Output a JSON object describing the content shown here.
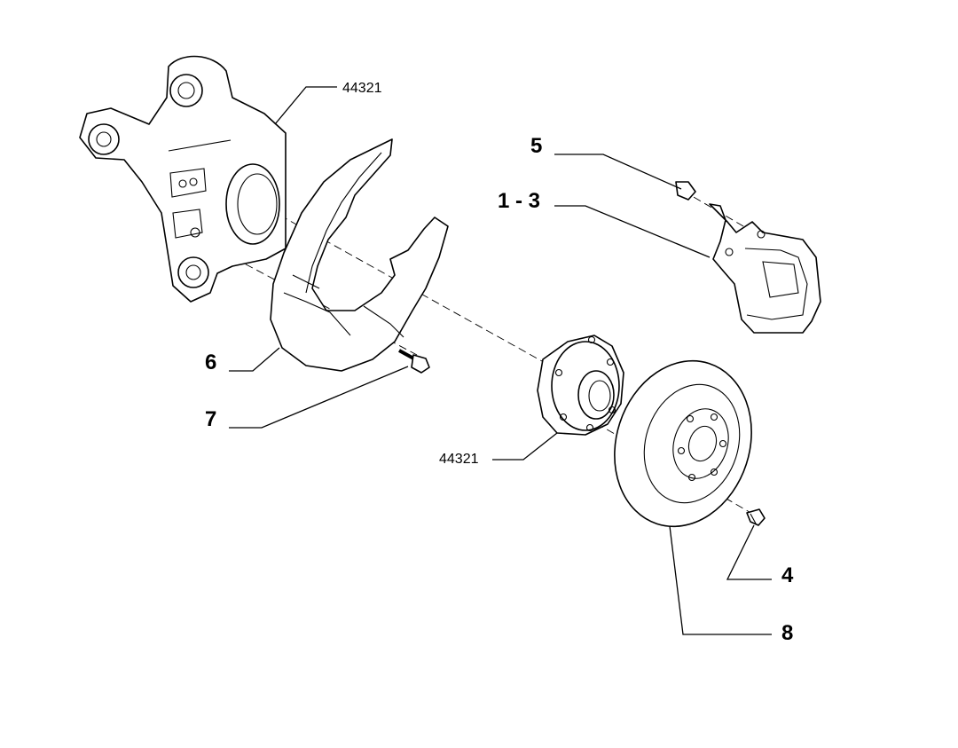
{
  "callouts": {
    "knuckle_ref": "44321",
    "bolt_caliper": "5",
    "caliper": "1 - 3",
    "backplate": "6",
    "backplate_screw": "7",
    "hub_ref": "44321",
    "wheel_stud": "4",
    "disc": "8"
  }
}
